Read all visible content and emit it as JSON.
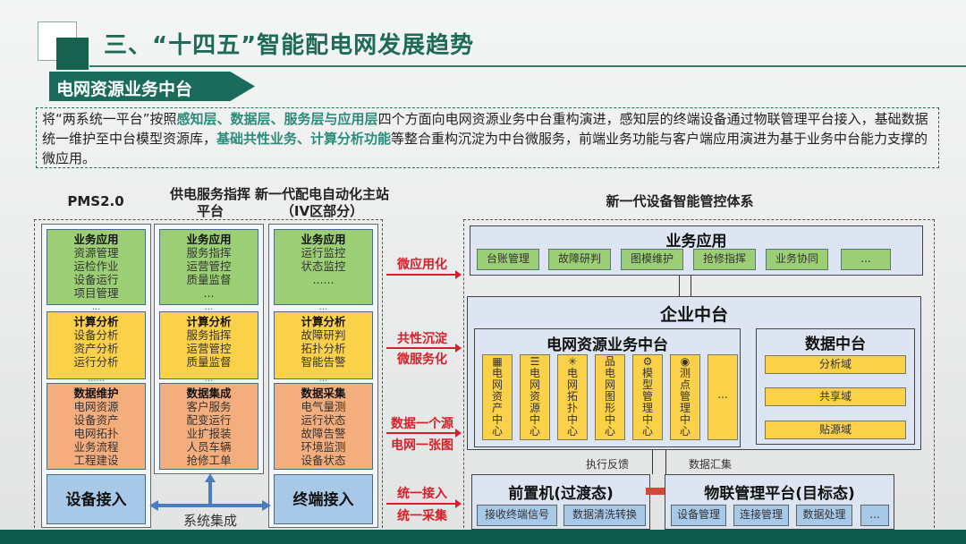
{
  "header": {
    "title": "三、“十四五”智能配电网发展趋势",
    "section_tag": "电网资源业务中台"
  },
  "intro": {
    "p1": "将“两系统一平台”按照",
    "h1": "感知层、数据层、服务层与应用层",
    "p2": "四个方面向电网资源业务中台重构演进，感知层的终端设备通过物联管理平台接入，基础数据统一维护至中台模型资源库，",
    "h2": "基础共性业务、计算分析功能",
    "p3": "等整合重构沉淀为中台微服务，前端业务功能与客户端应用演进为基于业务中台能力支撑的微应用。"
  },
  "left": {
    "headers": [
      "PMS2.0",
      "供电服务指挥平台",
      "新一代配电自动化主站（IV区部分）"
    ],
    "columns": [
      {
        "app_title": "业务应用",
        "app": "资源管理\n运检作业\n设备运行\n项目管理",
        "calc_title": "计算分析",
        "calc": "设备分析\n资产分析\n运行分析",
        "data_title": "数据维护",
        "data": "电网资源\n设备资产\n电网拓扑\n业务流程\n工程建设",
        "access": "设备接入",
        "d1": "...",
        "d2": "......"
      },
      {
        "app_title": "业务应用",
        "app": "服务指挥\n运营管控\n质量监督\n...",
        "calc_title": "计算分析",
        "calc": "服务指挥\n运营管控\n质量监督",
        "data_title": "数据集成",
        "data": "客户服务\n配变运行\n业扩报装\n人员车辆\n抢修工单",
        "d1": "...",
        "d2": "..."
      },
      {
        "app_title": "业务应用",
        "app": "运行监控\n状态监控\n......",
        "calc_title": "计算分析",
        "calc": "故障研判\n拓扑分析\n智能告警",
        "data_title": "数据采集",
        "data": "电气量测\n运行状态\n故障告警\n环境监测\n设备状态",
        "access": "终端接入",
        "d1": "...",
        "d2": "..."
      }
    ],
    "integration": "系统集成"
  },
  "transitions": [
    [
      "微应用化"
    ],
    [
      "共性沉淀",
      "微服务化"
    ],
    [
      "数据一个源",
      "电网一张图"
    ],
    [
      "统一接入",
      "统一采集"
    ]
  ],
  "right": {
    "title": "新一代设备智能管控体系",
    "business_app": {
      "title": "业务应用",
      "items": [
        "台账管理",
        "故障研判",
        "图模维护",
        "抢修指挥",
        "业务协同",
        "..."
      ]
    },
    "enterprise": {
      "title": "企业中台",
      "grid_resource": {
        "title": "电网资源业务中台",
        "items": [
          "电网资产中心",
          "电网资源中心",
          "电网拓扑中心",
          "电网图形中心",
          "模型管理中心",
          "测点管理中心",
          "..."
        ],
        "icons": [
          "asset-icon",
          "layers-icon",
          "topology-icon",
          "hierarchy-icon",
          "gear-icon",
          "location-pin-icon"
        ]
      },
      "data_platform": {
        "title": "数据中台",
        "items": [
          "分析域",
          "共享域",
          "贴源域"
        ]
      }
    },
    "feedback": "执行反馈",
    "collect": "数据汇集",
    "frontend": {
      "title": "前置机(过渡态)",
      "items": [
        "接收终端信号",
        "数据清洗转换"
      ]
    },
    "iot": {
      "title": "物联管理平台(目标态)",
      "items": [
        "设备管理",
        "连接管理",
        "数据处理",
        "..."
      ]
    }
  },
  "colors": {
    "brand": "#1a6b5b",
    "highlight": "#2a8d7a",
    "red": "#d5202a",
    "green": "#9ccf75",
    "yellow": "#fbd14a",
    "orange": "#f4ae7e",
    "blue": "#a8c8e8"
  }
}
